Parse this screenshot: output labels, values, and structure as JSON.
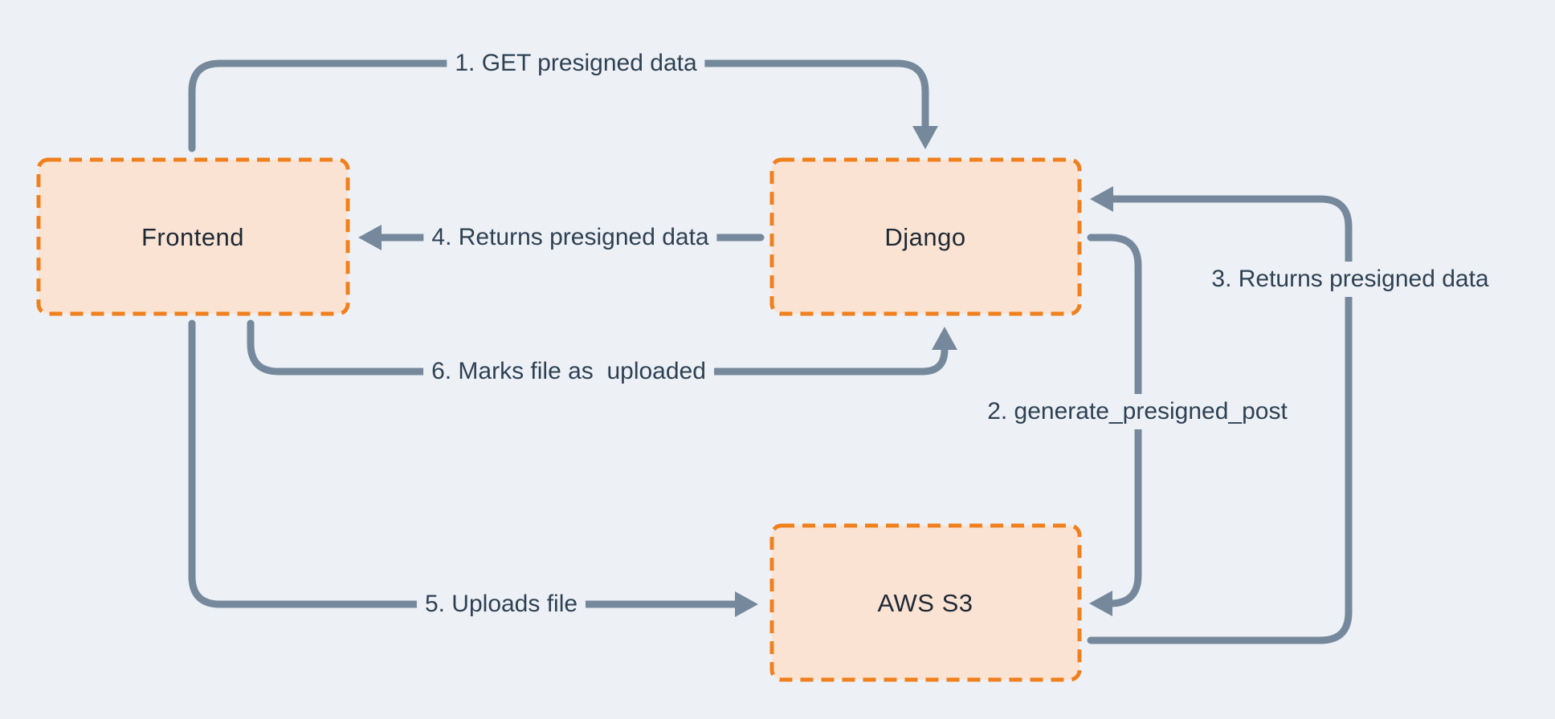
{
  "diagram": {
    "type": "flow-diagram",
    "description": "Presigned S3 upload flow between Frontend, Django and AWS S3"
  },
  "colors": {
    "background": "#edf1f5",
    "node_fill": "#fbe3d3",
    "node_border": "#f0801e",
    "connector": "#76899c",
    "edge_text": "#2e4154",
    "node_text": "#1d2935"
  },
  "nodes": {
    "frontend": {
      "label": "Frontend"
    },
    "django": {
      "label": "Django"
    },
    "aws_s3": {
      "label": "AWS S3"
    }
  },
  "edges": {
    "step1": {
      "label": "1. GET presigned data",
      "from": "frontend",
      "to": "django"
    },
    "step2": {
      "label": "2. generate_presigned_post",
      "from": "django",
      "to": "aws_s3"
    },
    "step3": {
      "label": "3. Returns presigned data",
      "from": "aws_s3",
      "to": "django"
    },
    "step4": {
      "label": "4. Returns presigned data",
      "from": "django",
      "to": "frontend"
    },
    "step5": {
      "label": "5. Uploads file",
      "from": "frontend",
      "to": "aws_s3"
    },
    "step6": {
      "label": "6. Marks file as  uploaded",
      "from": "frontend",
      "to": "django"
    }
  }
}
